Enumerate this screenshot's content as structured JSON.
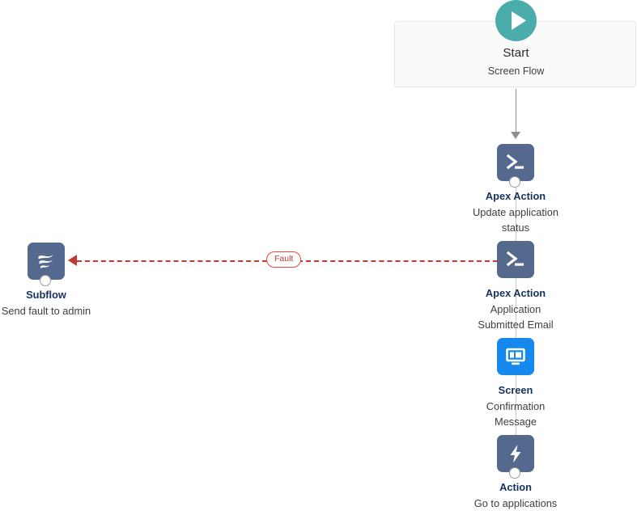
{
  "flow": {
    "canvas_background": "#ffffff",
    "start": {
      "icon": "play-circle-icon",
      "title": "Start",
      "subtitle": "Screen Flow",
      "accent_color": "#4bacac"
    },
    "nodes": [
      {
        "id": "apex-action-update-status",
        "icon": "apex-terminal-icon",
        "icon_color": "#54698d",
        "label": "Apex Action",
        "description": "Update application status",
        "description_lines": [
          "Update application",
          "status"
        ],
        "has_fault_connector_dot": true
      },
      {
        "id": "apex-action-submitted-email",
        "icon": "apex-terminal-icon",
        "icon_color": "#54698d",
        "label": "Apex Action",
        "description": "Application Submitted Email",
        "description_lines": [
          "Application",
          "Submitted Email"
        ],
        "has_fault_connector_dot": false
      },
      {
        "id": "screen-confirmation-message",
        "icon": "screen-display-icon",
        "icon_color": "#1589ee",
        "label": "Screen",
        "description": "Confirmation Message",
        "description_lines": [
          "Confirmation",
          "Message"
        ],
        "has_fault_connector_dot": false
      },
      {
        "id": "action-go-to-applications",
        "icon": "lightning-bolt-icon",
        "icon_color": "#54698d",
        "label": "Action",
        "description": "Go to applications",
        "description_lines": [
          "Go to applications"
        ],
        "has_fault_connector_dot": true
      },
      {
        "id": "subflow-send-fault-to-admin",
        "icon": "subflow-waves-icon",
        "icon_color": "#54698d",
        "label": "Subflow",
        "description": "Send fault to admin",
        "description_lines": [
          "Send fault to admin"
        ],
        "has_fault_connector_dot": true
      }
    ],
    "fault_connector": {
      "label": "Fault",
      "color": "#c23934",
      "style": "dashed",
      "direction": "right-to-left"
    },
    "connector_color": "#8d8f91"
  }
}
